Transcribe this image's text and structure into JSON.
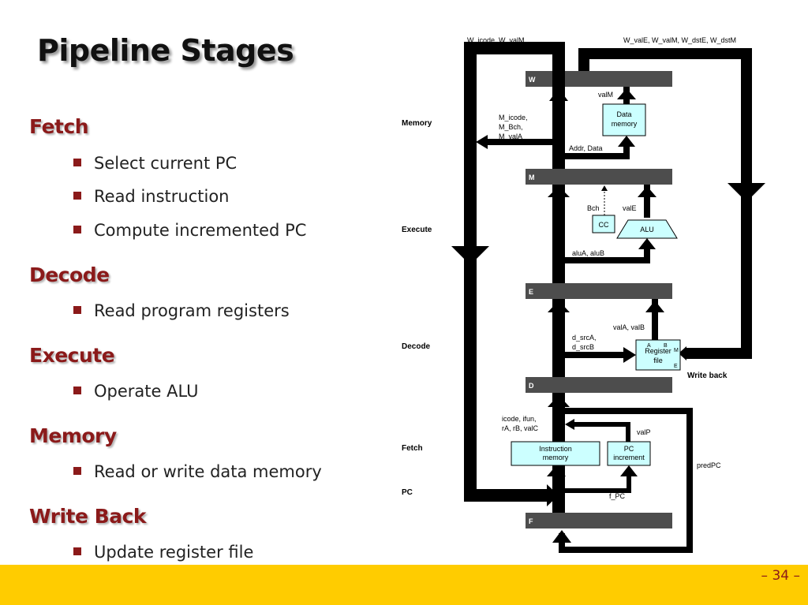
{
  "title": "Pipeline Stages",
  "sections": [
    {
      "heading": "Fetch",
      "bullets": [
        "Select current PC",
        "Read instruction",
        "Compute incremented PC"
      ]
    },
    {
      "heading": "Decode",
      "bullets": [
        "Read program registers"
      ]
    },
    {
      "heading": "Execute",
      "bullets": [
        "Operate ALU"
      ]
    },
    {
      "heading": "Memory",
      "bullets": [
        "Read or write data memory"
      ]
    },
    {
      "heading": "Write Back",
      "bullets": [
        "Update register file"
      ]
    }
  ],
  "footer": {
    "page_number": "– 34 –",
    "color": "#ffcc00"
  },
  "diagram": {
    "stage_labels": {
      "memory": "Memory",
      "execute": "Execute",
      "decode": "Decode",
      "fetch": "Fetch",
      "pc": "PC",
      "write_back": "Write back"
    },
    "registers": {
      "w": "W",
      "m": "M",
      "e": "E",
      "d": "D",
      "f": "F"
    },
    "units": {
      "data_memory": [
        "Data",
        "memory"
      ],
      "cc": "CC",
      "alu": "ALU",
      "register_file": [
        "Register",
        "file"
      ],
      "register_file_ports": {
        "a": "A",
        "b": "B",
        "m": "M",
        "e": "E"
      },
      "instruction_memory": [
        "Instruction",
        "memory"
      ],
      "pc_increment": [
        "PC",
        "increment"
      ]
    },
    "signals": {
      "w_icode_valm": "W_icode, W_valM",
      "w_vale_valm_dst": "W_valE, W_valM, W_dstE, W_dstM",
      "valm": "valM",
      "m_fields": [
        "M_icode,",
        "M_Bch,",
        "M_valA"
      ],
      "addr_data": "Addr, Data",
      "bch": "Bch",
      "vale": "valE",
      "alua_alub": "aluA, aluB",
      "vala_valb": "valA, valB",
      "d_src": [
        "d_srcA,",
        "d_srcB"
      ],
      "fetch_fields": [
        "icode, ifun,",
        "rA, rB, valC"
      ],
      "valp": "valP",
      "predpc": "predPC",
      "f_pc": "f_PC"
    },
    "colors": {
      "unit_fill": "#ccffff",
      "register_bar": "#4d4d4d",
      "wire": "#000000"
    }
  }
}
